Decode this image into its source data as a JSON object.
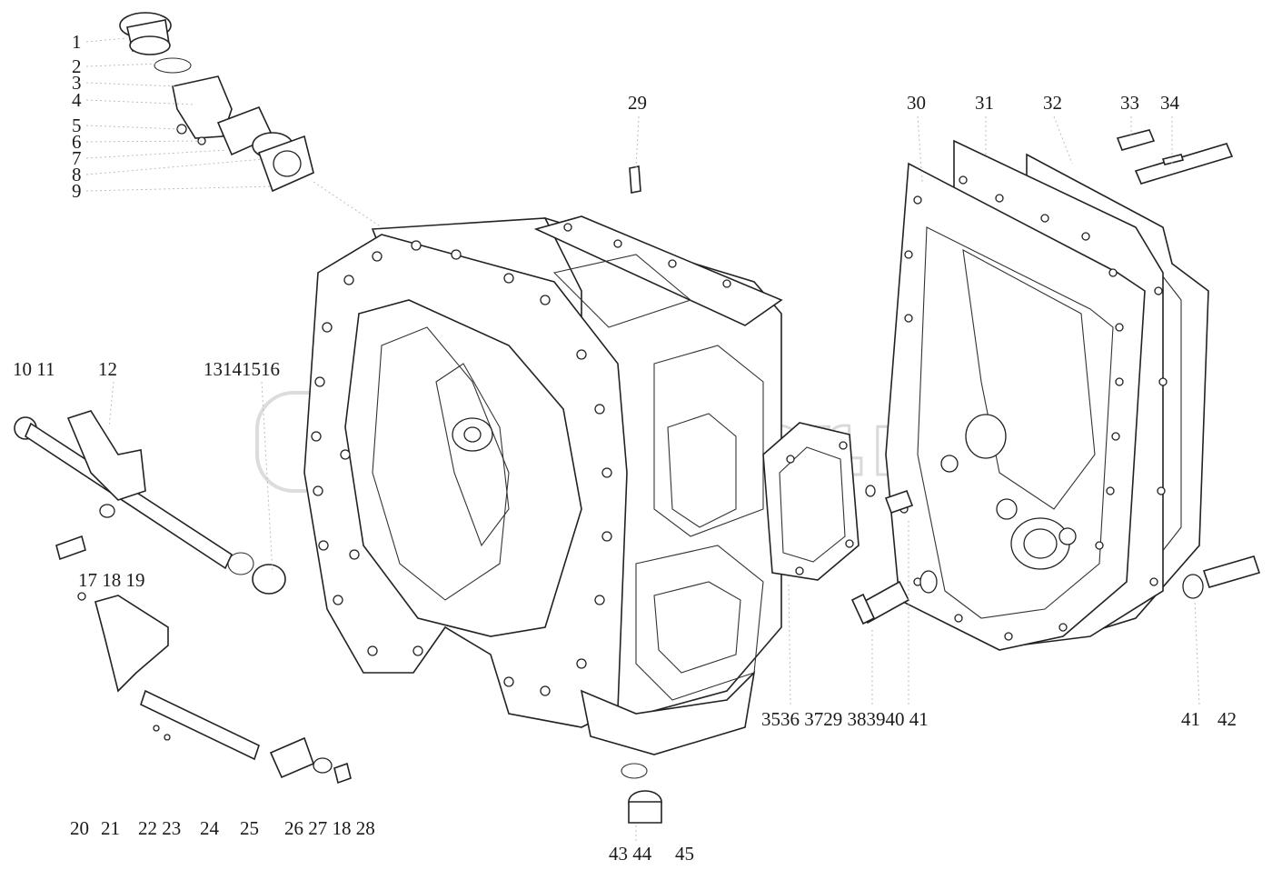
{
  "watermark": "autopiter.ru",
  "labels": [
    "1",
    "2",
    "3",
    "4",
    "5",
    "6",
    "7",
    "8",
    "9",
    "10 11",
    "12",
    "13141516",
    "17 18 19",
    "20",
    "21",
    "22 23",
    "24",
    "25",
    "26 27 18 28",
    "29",
    "30",
    "31",
    "32",
    "33",
    "34",
    "3536 3729 383940 41",
    "41",
    "42",
    "43 44",
    "45"
  ]
}
